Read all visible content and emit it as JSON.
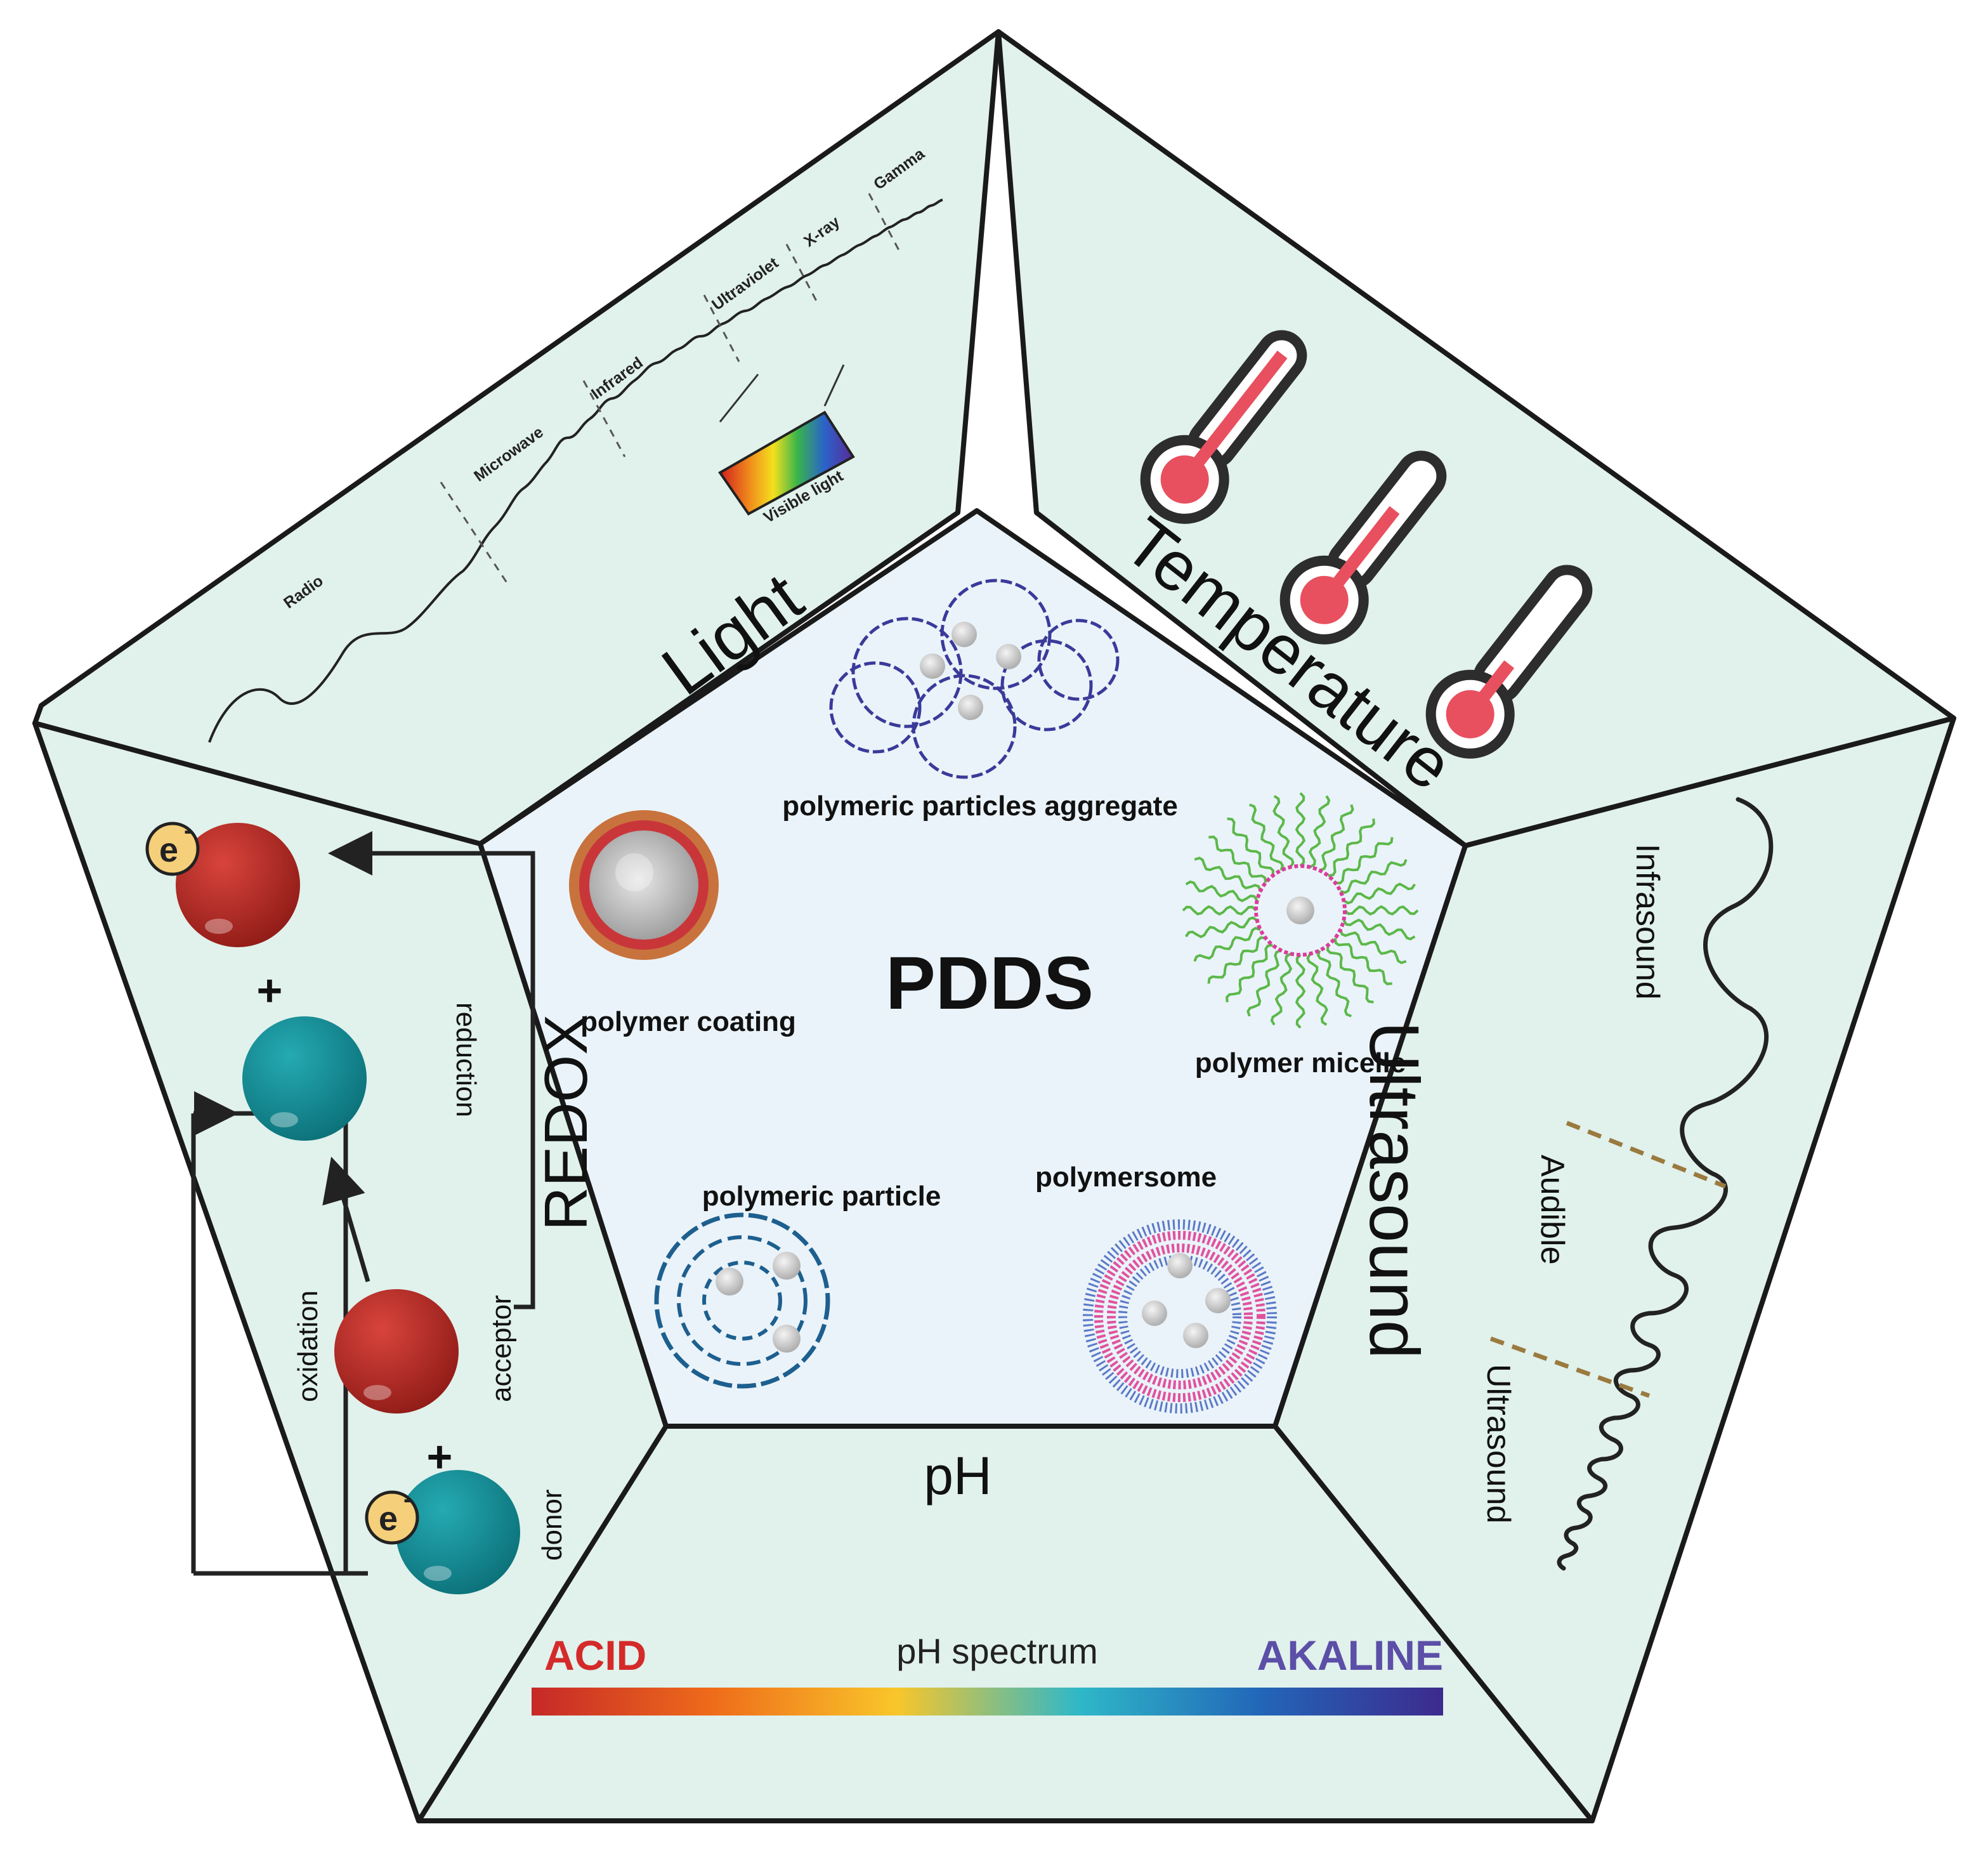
{
  "center": {
    "title": "PDDS"
  },
  "polymers": {
    "aggregate": "polymeric particles aggregate",
    "coating": "polymer coating",
    "micelle": "polymer micelle",
    "particle": "polymeric particle",
    "polymersome": "polymersome"
  },
  "light": {
    "label": "Light",
    "spectrum": [
      "Radio",
      "Microwave",
      "Infrared",
      "Ultraviolet",
      "X-ray",
      "Gamma"
    ],
    "visible": "Visible light"
  },
  "temperature": {
    "label": "Temperature"
  },
  "ultrasound": {
    "label": "Ultrasound",
    "bands": [
      "Infrasound",
      "Audible",
      "Ultrasound"
    ]
  },
  "ph": {
    "label": "pH",
    "spectrum_label": "pH spectrum",
    "acid": "ACID",
    "alkaline": "AKALINE"
  },
  "redox": {
    "label": "REDOX",
    "reduction": "reduction",
    "oxidation": "oxidation",
    "acceptor": "acceptor",
    "donor": "donor",
    "plus": "+",
    "electron": "e",
    "electron_sup": "-"
  },
  "colors": {
    "panel": "#e1f1ec",
    "core": "#eaf3f9",
    "outline": "#1a1a1a",
    "red_sphere": "#b3241e",
    "teal_sphere": "#13929b",
    "acid": "#d42a2a",
    "alkaline": "#5b4fa8",
    "thermo": "#e8505f",
    "dash": "#9a7a3e"
  }
}
